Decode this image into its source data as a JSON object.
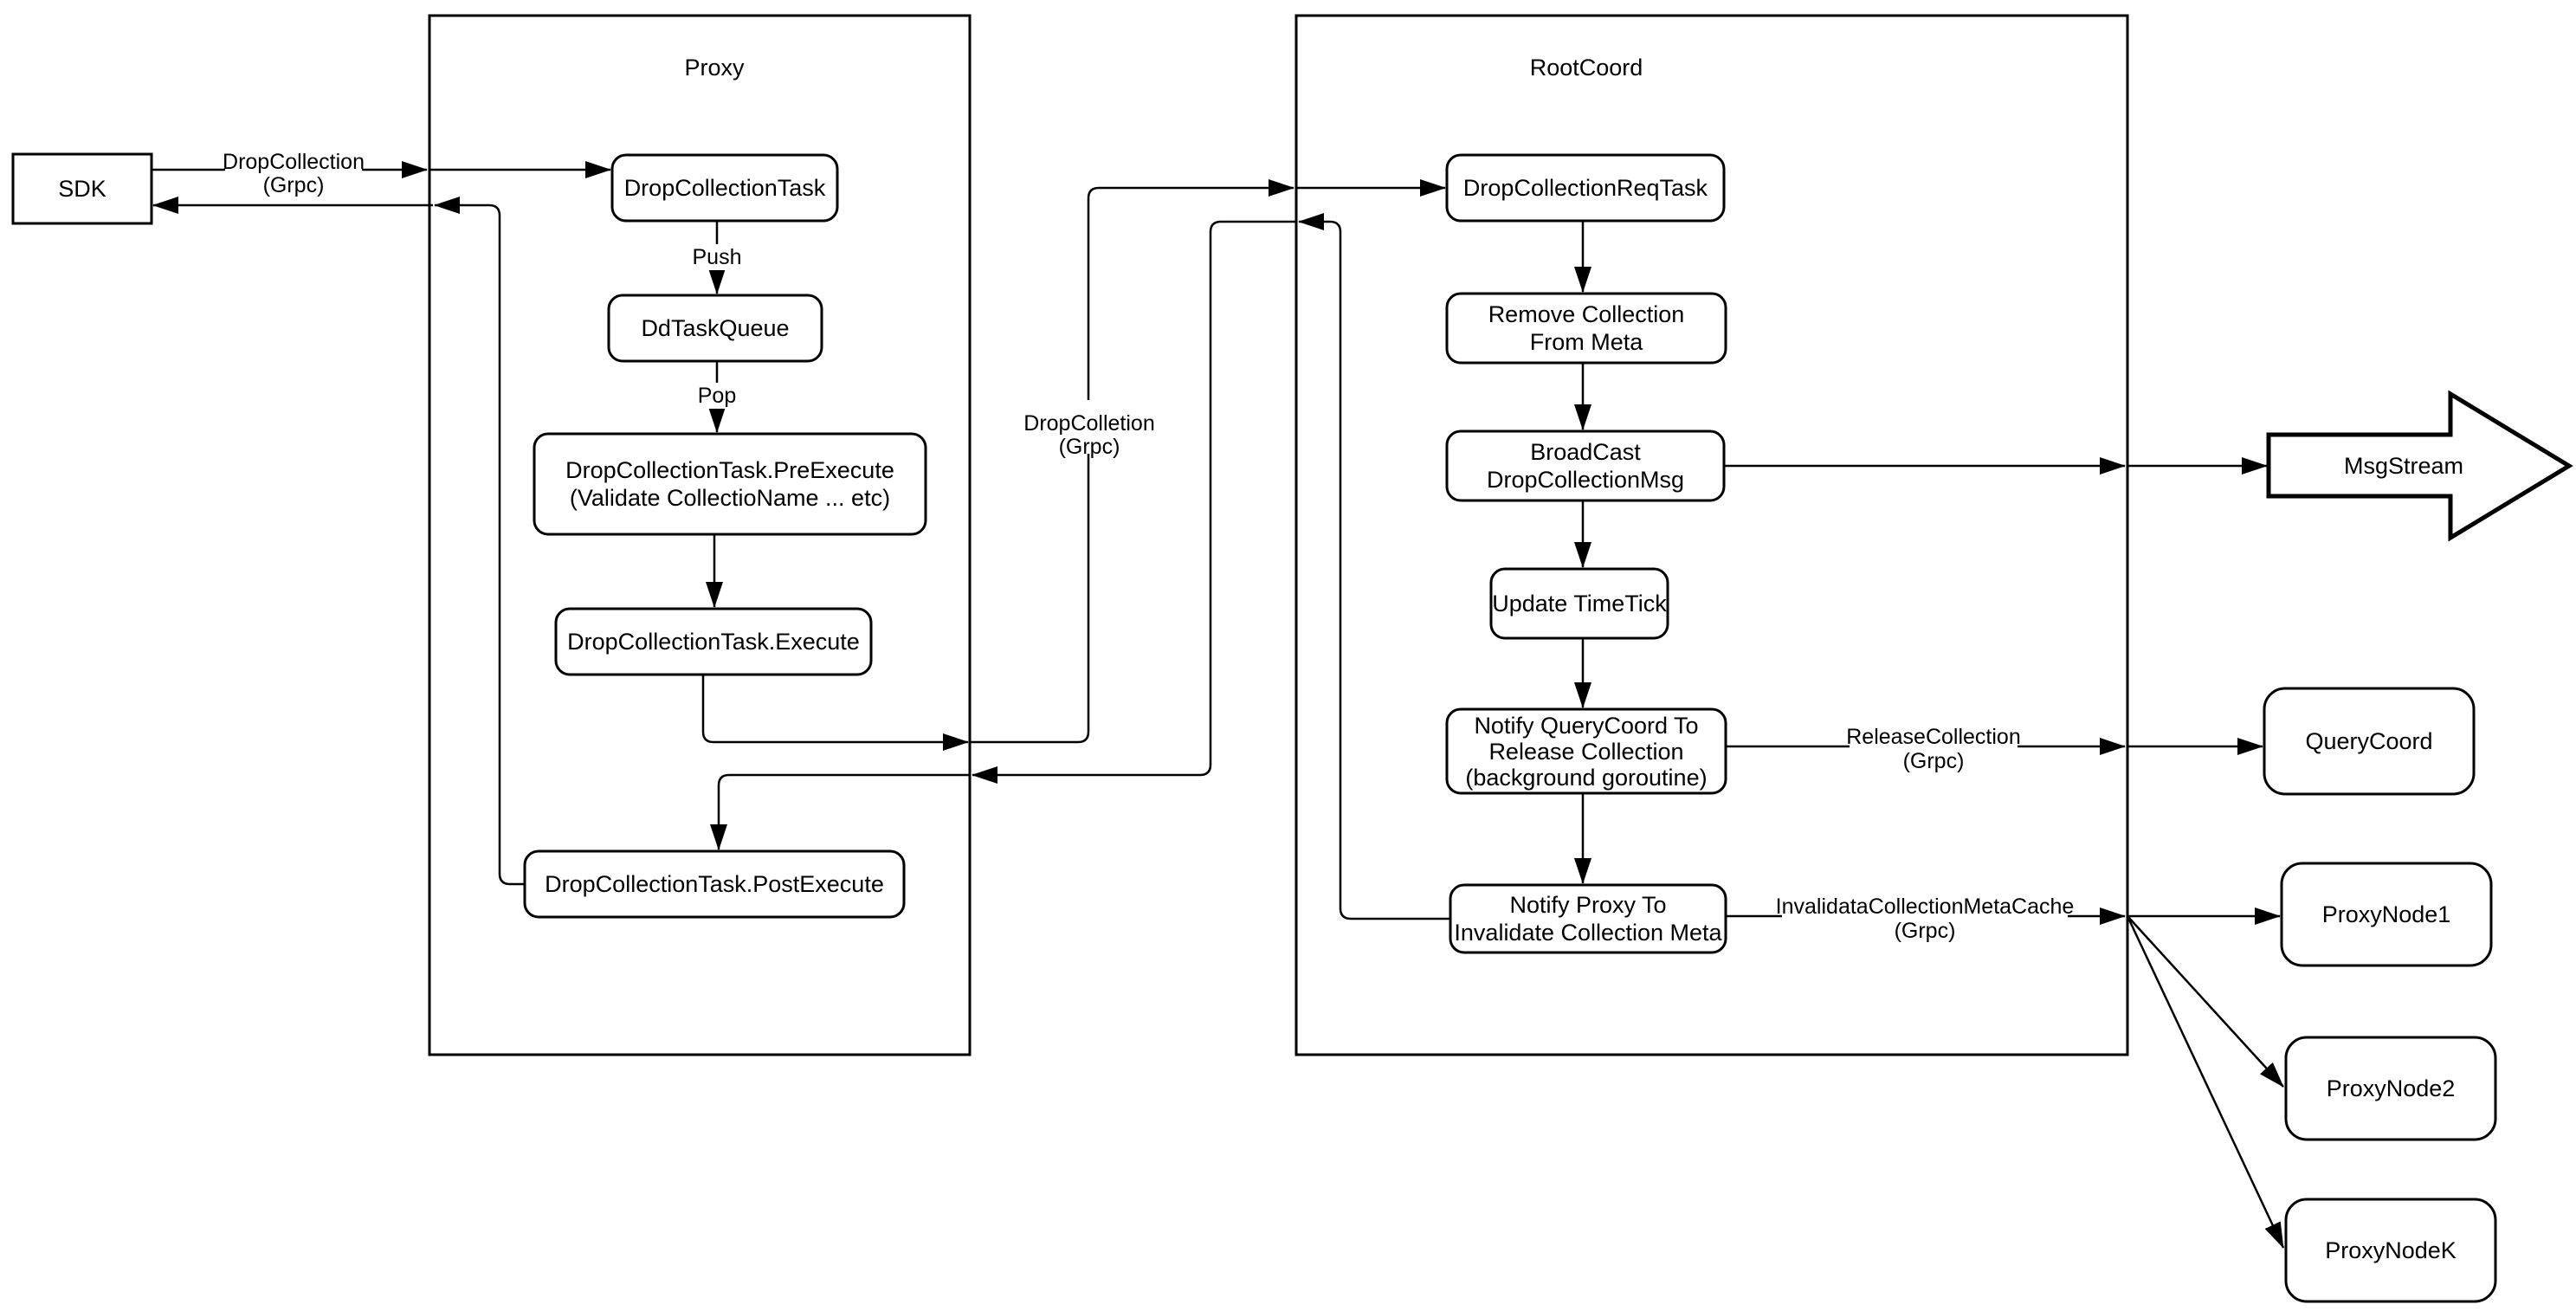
{
  "colors": {
    "stroke": "#000000",
    "node_fill": "#ffffff",
    "background": "#ffffff"
  },
  "external_left": {
    "sdk": "SDK"
  },
  "containers": {
    "proxy": "Proxy",
    "rootcoord": "RootCoord"
  },
  "proxy_flow": {
    "task": "DropCollectionTask",
    "queue": "DdTaskQueue",
    "pre_line1": "DropCollectionTask.PreExecute",
    "pre_line2": "(Validate CollectioName ... etc)",
    "execute": "DropCollectionTask.Execute",
    "post": "DropCollectionTask.PostExecute"
  },
  "rootcoord_flow": {
    "reqtask": "DropCollectionReqTask",
    "remove_line1": "Remove Collection",
    "remove_line2": "From Meta",
    "broadcast_line1": "BroadCast",
    "broadcast_line2": "DropCollectionMsg",
    "timetick": "Update TimeTick",
    "notify_qc_line1": "Notify QueryCoord To",
    "notify_qc_line2": "Release Collection",
    "notify_qc_line3": "(background goroutine)",
    "notify_proxy_line1": "Notify Proxy To",
    "notify_proxy_line2": "Invalidate Collection Meta"
  },
  "external_right": {
    "msgstream": "MsgStream",
    "querycoord": "QueryCoord",
    "proxynode1": "ProxyNode1",
    "proxynode2": "ProxyNode2",
    "proxynodek": "ProxyNodeK"
  },
  "edge_labels": {
    "sdk_call_line1": "DropCollection",
    "sdk_call_line2": "(Grpc)",
    "push": "Push",
    "pop": "Pop",
    "grpc_mid_line1": "DropColletion",
    "grpc_mid_line2": "(Grpc)",
    "release_line1": "ReleaseCollection",
    "release_line2": "(Grpc)",
    "invalidate_line1": "InvalidataCollectionMetaCache",
    "invalidate_line2": "(Grpc)"
  }
}
